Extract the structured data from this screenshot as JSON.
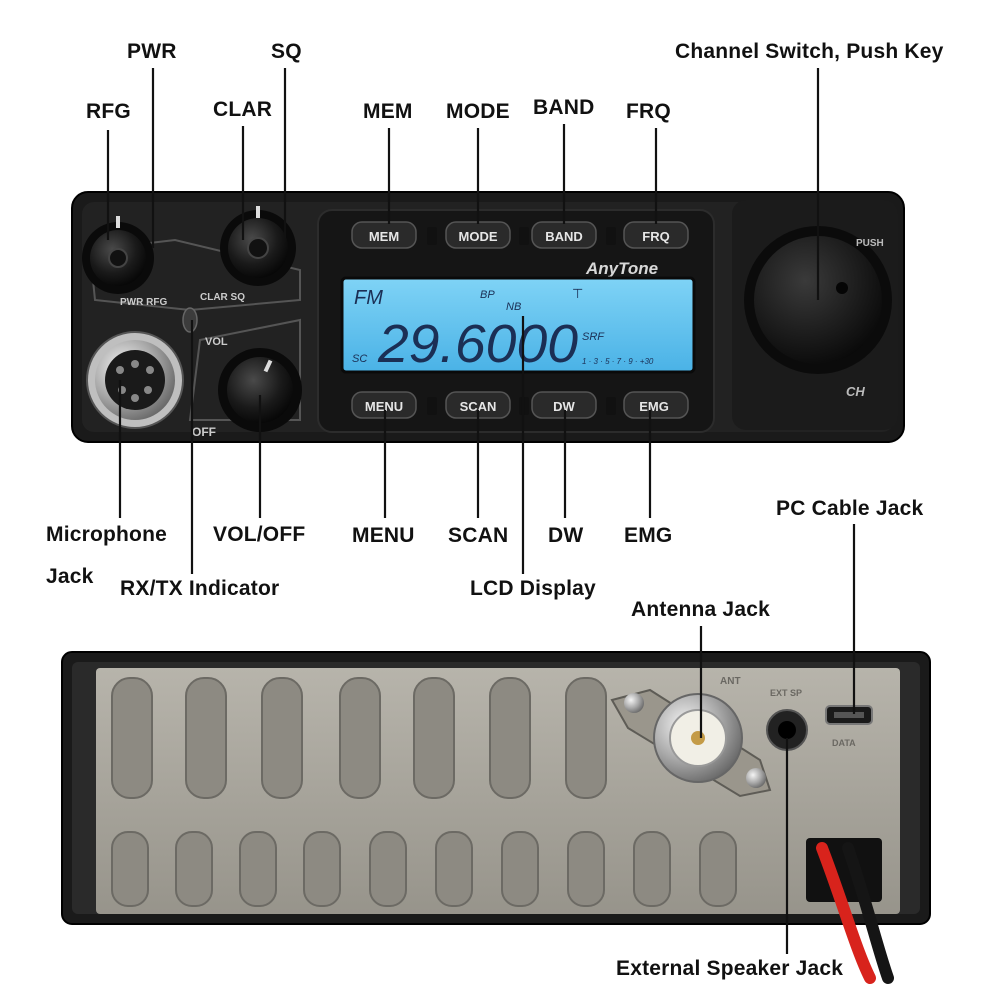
{
  "front_panel": {
    "brand": "AnyTone",
    "buttons_top": [
      "MEM",
      "MODE",
      "BAND",
      "FRQ"
    ],
    "buttons_bottom": [
      "MENU",
      "SCAN",
      "DW",
      "EMG"
    ],
    "knob_labels": {
      "pwr_rfg": "PWR RFG",
      "clar_sq": "CLAR SQ",
      "vol": "VOL",
      "off": "OFF",
      "push": "PUSH",
      "ch": "CH"
    },
    "lcd": {
      "mode": "FM",
      "bp": "BP",
      "nb": "NB",
      "frequency": "29.6000",
      "srf": "SRF",
      "sc": "SC",
      "meter": "1 · 3 · 5 · 7 · 9 · +30",
      "backlight_color": "#5fc3ef"
    }
  },
  "rear_panel": {
    "ant_label": "ANT",
    "ext_sp_label": "EXT SP",
    "data_label": "DATA"
  },
  "callouts": {
    "pwr": "PWR",
    "sq": "SQ",
    "channel_switch": "Channel Switch, Push Key",
    "rfg": "RFG",
    "clar": "CLAR",
    "mem": "MEM",
    "mode": "MODE",
    "band": "BAND",
    "frq": "FRQ",
    "microphone": "Microphone",
    "jack": "Jack",
    "vol_off": "VOL/OFF",
    "menu": "MENU",
    "scan": "SCAN",
    "dw": "DW",
    "emg": "EMG",
    "pc_cable": "PC Cable Jack",
    "rx_tx": "RX/TX Indicator",
    "lcd_display": "LCD Display",
    "antenna_jack": "Antenna Jack",
    "ext_speaker": "External Speaker Jack"
  },
  "colors": {
    "body": "#1c1c1c",
    "bezel": "#0d0d0d",
    "metal": "#a7a49c",
    "wire_red": "#d8231c",
    "leader": "#111111"
  }
}
